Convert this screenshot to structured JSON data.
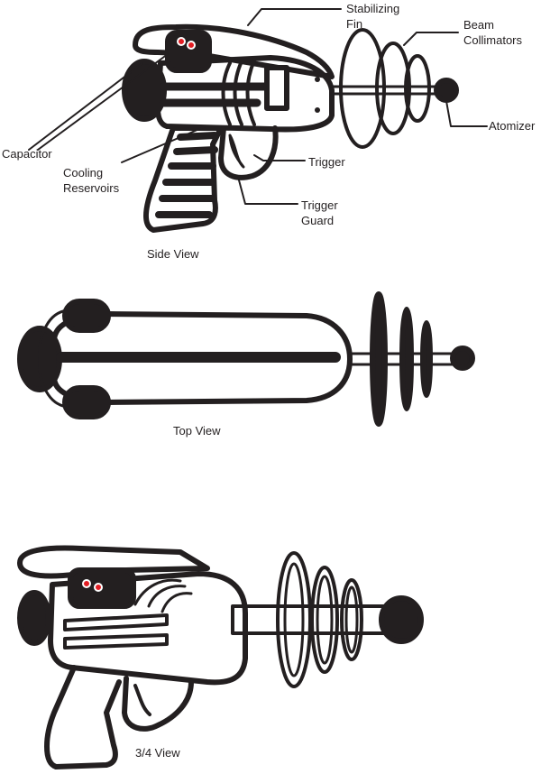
{
  "colors": {
    "ink": "#231f20",
    "paper": "#ffffff",
    "led": "#e31e24"
  },
  "labels": {
    "stabilizing_fin": "Stabilizing\nFin",
    "beam_collimators": "Beam\nCollimators",
    "atomizer": "Atomizer",
    "capacitor": "Capacitor",
    "cooling_reservoirs": "Cooling\nReservoirs",
    "trigger": "Trigger",
    "trigger_guard": "Trigger\nGuard"
  },
  "views": {
    "side": "Side View",
    "top": "Top View",
    "three_quarter": "3/4 View"
  }
}
